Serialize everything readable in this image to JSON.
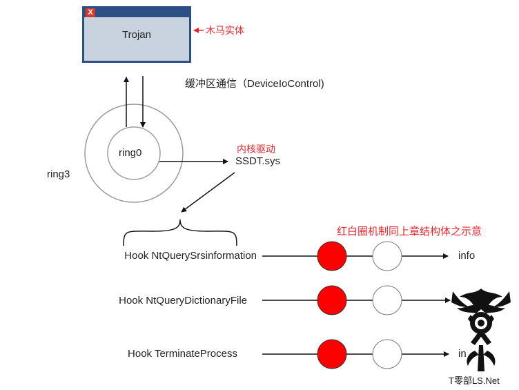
{
  "trojan_window": {
    "title": "Trojan",
    "close_glyph": "X"
  },
  "labels": {
    "trojan_entity": "木马实体",
    "buffer_comm": "缓冲区通信（DeviceIoControl)",
    "ring3": "ring3",
    "ring0": "ring0",
    "kernel_driver": "内核驱动",
    "ssdt": "SSDT.sys",
    "mechanism_note": "红白圈机制同上章结构体之示意"
  },
  "hooks": [
    {
      "label": "Hook NtQuerySrsinformation",
      "target": "info"
    },
    {
      "label": "Hook NtQueryDictionaryFile",
      "target": ""
    },
    {
      "label": "Hook TerminateProcess",
      "target": "in"
    }
  ],
  "watermark": {
    "text": "T零部LS.Net"
  },
  "colors": {
    "red_circle": "#ff0000",
    "accent_red": "#e8242b",
    "window_border": "#2c4f86",
    "window_fill": "#c9d3df"
  }
}
